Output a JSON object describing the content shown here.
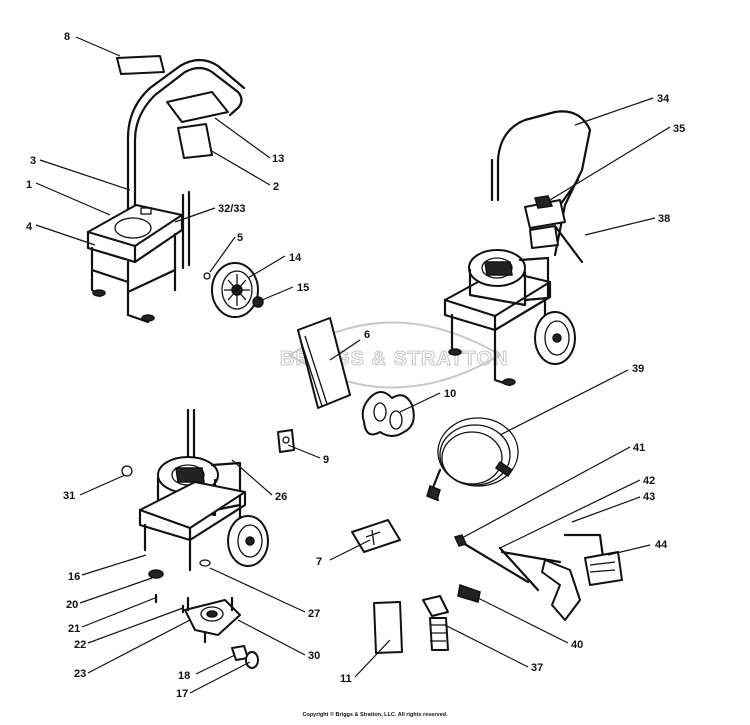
{
  "watermark": {
    "text": "BRIGGS & STRATTON"
  },
  "copyright": "Copyright © Briggs & Stratton, LLC. All rights reserved.",
  "callouts": [
    "8",
    "13",
    "2",
    "3",
    "1",
    "32/33",
    "4",
    "5",
    "14",
    "15",
    "34",
    "35",
    "38",
    "6",
    "10",
    "39",
    "9",
    "31",
    "26",
    "41",
    "42",
    "43",
    "44",
    "7",
    "16",
    "20",
    "21",
    "22",
    "27",
    "40",
    "23",
    "18",
    "30",
    "17",
    "37",
    "11"
  ]
}
